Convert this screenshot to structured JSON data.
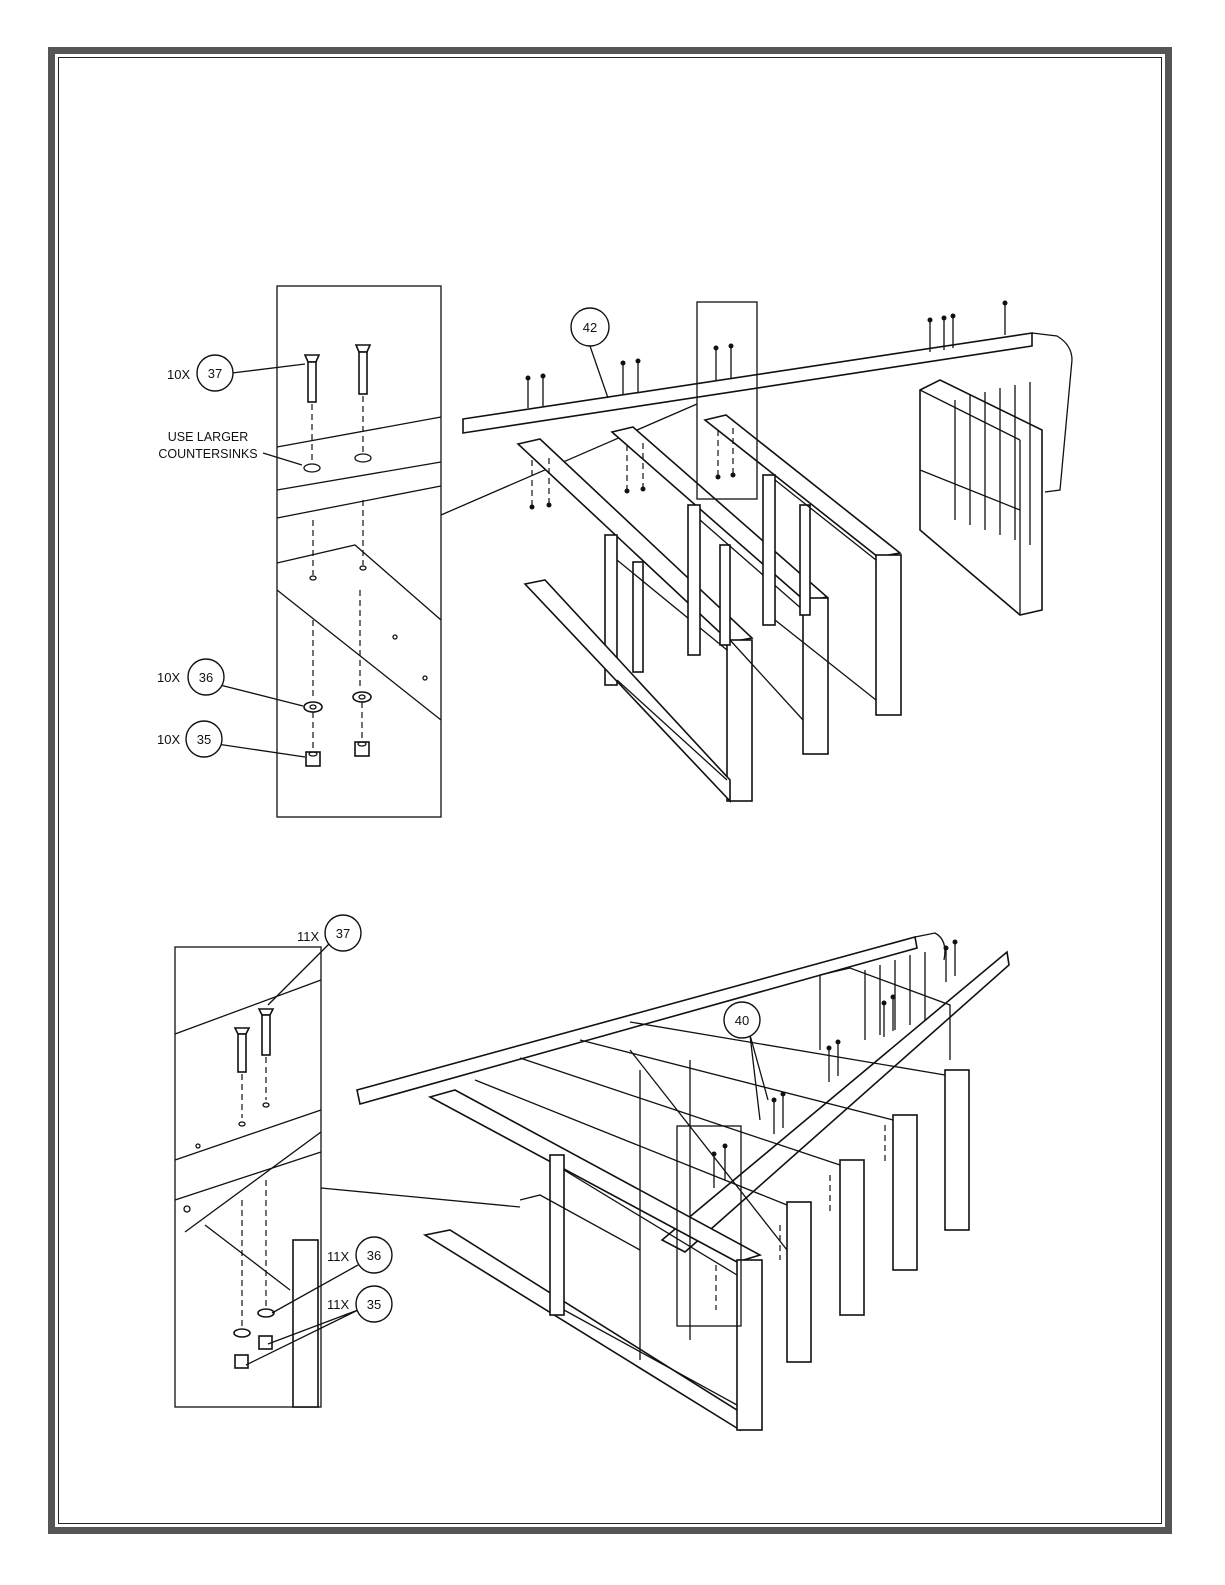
{
  "callouts": {
    "top": {
      "part_42": "42",
      "qty_37": "10X",
      "part_37": "37",
      "note": [
        "USE LARGER",
        "COUNTERSINKS"
      ],
      "qty_36": "10X",
      "part_36": "36",
      "qty_35": "10X",
      "part_35": "35"
    },
    "bottom": {
      "qty_37": "11X",
      "part_37": "37",
      "part_40": "40",
      "qty_36": "11X",
      "part_36": "36",
      "qty_35": "11X",
      "part_35": "35"
    }
  }
}
